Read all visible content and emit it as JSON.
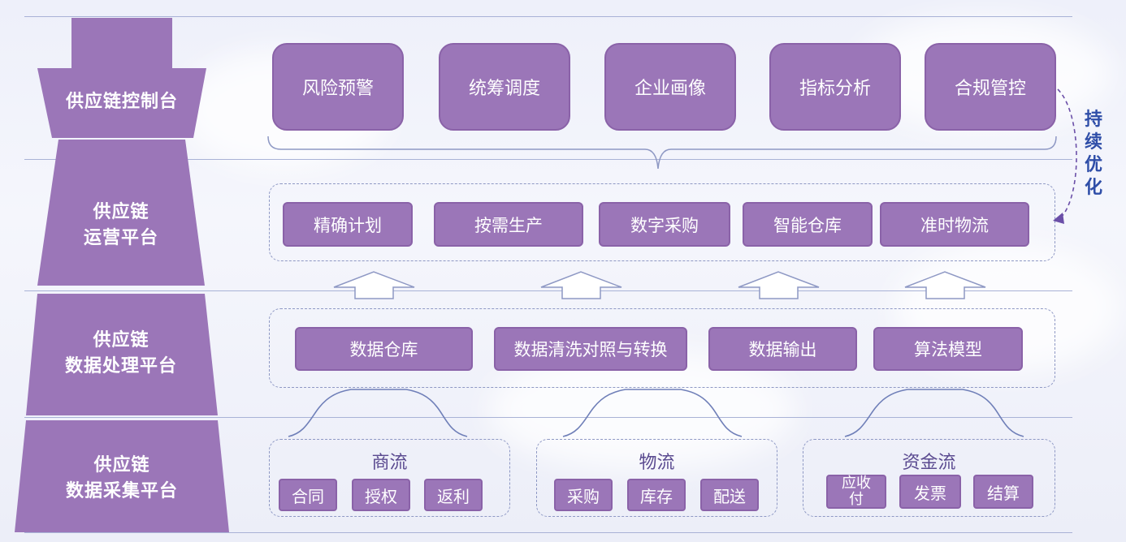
{
  "colors": {
    "tower": "#9b76b8",
    "box": "#9b76b8",
    "accent_text": "#2f4ea8",
    "dashed": "#8e98c4"
  },
  "platforms": {
    "control": "供应链控制台",
    "operation": [
      "供应链",
      "运营平台"
    ],
    "processing": [
      "供应链",
      "数据处理平台"
    ],
    "collection": [
      "供应链",
      "数据采集平台"
    ]
  },
  "control_items": [
    "风险预警",
    "统筹调度",
    "企业画像",
    "指标分析",
    "合规管控"
  ],
  "operation_items": [
    "精确计划",
    "按需生产",
    "数字采购",
    "智能仓库",
    "准时物流"
  ],
  "processing_items": [
    "数据仓库",
    "数据清洗对照与转换",
    "数据输出",
    "算法模型"
  ],
  "collection_groups": [
    {
      "title": "商流",
      "items": [
        "合同",
        "授权",
        "返利"
      ]
    },
    {
      "title": "物流",
      "items": [
        "采购",
        "库存",
        "配送"
      ]
    },
    {
      "title": "资金流",
      "items": [
        "应收付",
        "发票",
        "结算"
      ]
    }
  ],
  "side_note": "持续优化"
}
